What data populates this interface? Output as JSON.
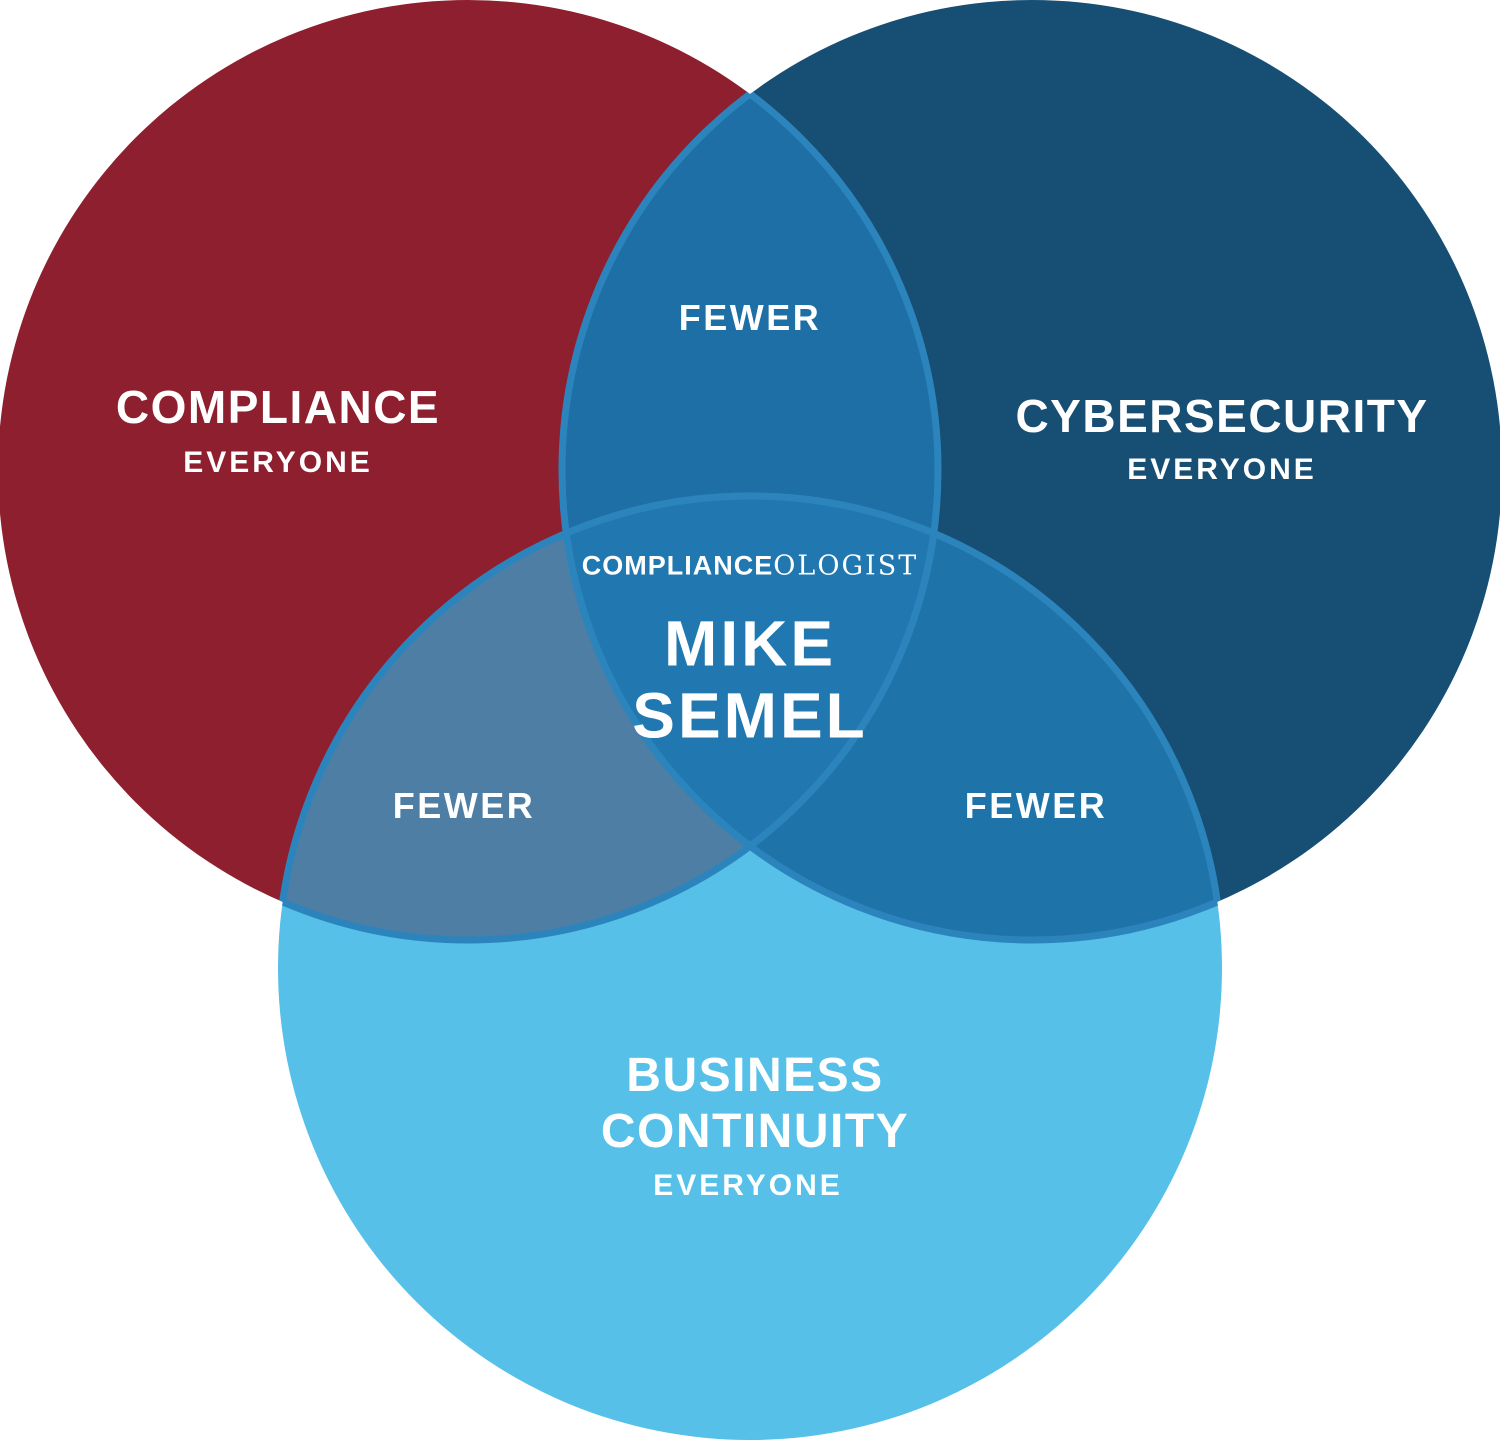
{
  "diagram": {
    "type": "venn",
    "colors": {
      "compliance_fill": "#8e1f2e",
      "cybersecurity_fill": "#174e74",
      "continuity_fill": "#56c0e8",
      "overlap_top_fill": "#1d6fa5",
      "overlap_left_fill": "#4f7ea4",
      "overlap_right_fill": "#1e74a9",
      "center_fill": "#2178b1",
      "lens_stroke": "#2c84bd",
      "text": "#ffffff"
    },
    "circles": {
      "compliance": {
        "label": "COMPLIANCE",
        "sublabel": "EVERYONE"
      },
      "cybersecurity": {
        "label": "CYBERSECURITY",
        "sublabel": "EVERYONE"
      },
      "continuity": {
        "label_line1": "BUSINESS",
        "label_line2": "CONTINUITY",
        "sublabel": "EVERYONE"
      }
    },
    "overlaps": {
      "top": {
        "label": "FEWER"
      },
      "left": {
        "label": "FEWER"
      },
      "right": {
        "label": "FEWER"
      }
    },
    "center": {
      "brand_bold": "COMPLIANCE",
      "brand_serif": "OLOGIST",
      "name_line1": "MIKE",
      "name_line2": "SEMEL"
    }
  }
}
